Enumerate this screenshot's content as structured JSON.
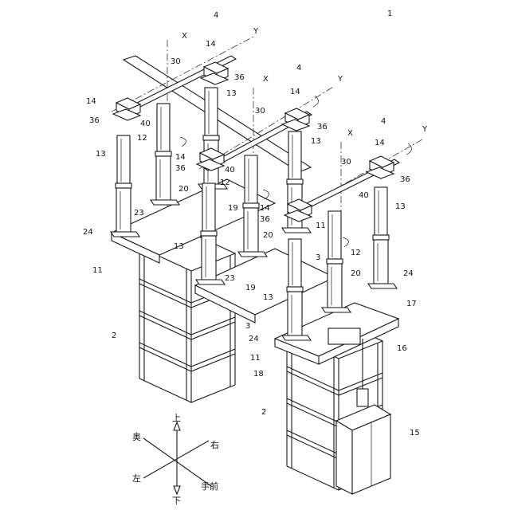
{
  "figure": {
    "labels": {
      "assembly": "1",
      "frame": "2",
      "beam": "3",
      "unit": "4",
      "base_plate": "11",
      "column_lower": "12",
      "column_upper": "13",
      "head": "14",
      "cabinet": "15",
      "cable": "16",
      "box": "17",
      "rod": "18",
      "link": "19",
      "crank": "20",
      "brace": "23",
      "flange": "24",
      "bar": "30",
      "clamp": "36",
      "hinge": "40",
      "axis_x": "X",
      "axis_y": "Y"
    },
    "compass": {
      "up": "上",
      "down": "下",
      "left": "左",
      "right": "右",
      "back": "奥",
      "front": "手前"
    }
  }
}
